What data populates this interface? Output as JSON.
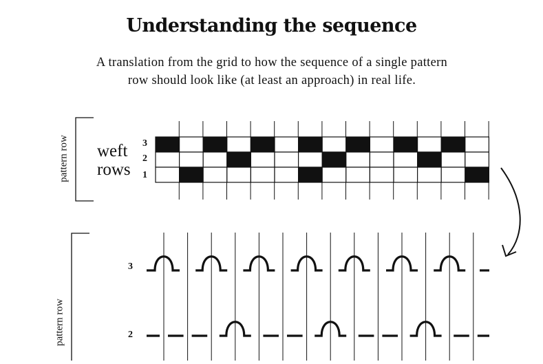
{
  "title": "Understanding the sequence",
  "subtitle_line1": "A translation from the grid to how the sequence of a single pattern",
  "subtitle_line2": "row should look like (at least an approach) in real life.",
  "grid": {
    "side_label": "pattern row",
    "weft_label_line1": "weft",
    "weft_label_line2": "rows",
    "row_numbers": [
      "3",
      "2",
      "1"
    ],
    "rows": [
      [
        1,
        0,
        1,
        0,
        1,
        0,
        1,
        0,
        1,
        0,
        1,
        0,
        1,
        0
      ],
      [
        0,
        0,
        0,
        1,
        0,
        0,
        0,
        1,
        0,
        0,
        0,
        1,
        0,
        0
      ],
      [
        0,
        1,
        0,
        0,
        0,
        0,
        1,
        0,
        0,
        0,
        0,
        0,
        0,
        1
      ]
    ]
  },
  "sequence": {
    "side_label": "pattern row",
    "row3_label": "3",
    "row2_label": "2"
  },
  "colors": {
    "ink": "#111111",
    "paper": "#ffffff"
  }
}
